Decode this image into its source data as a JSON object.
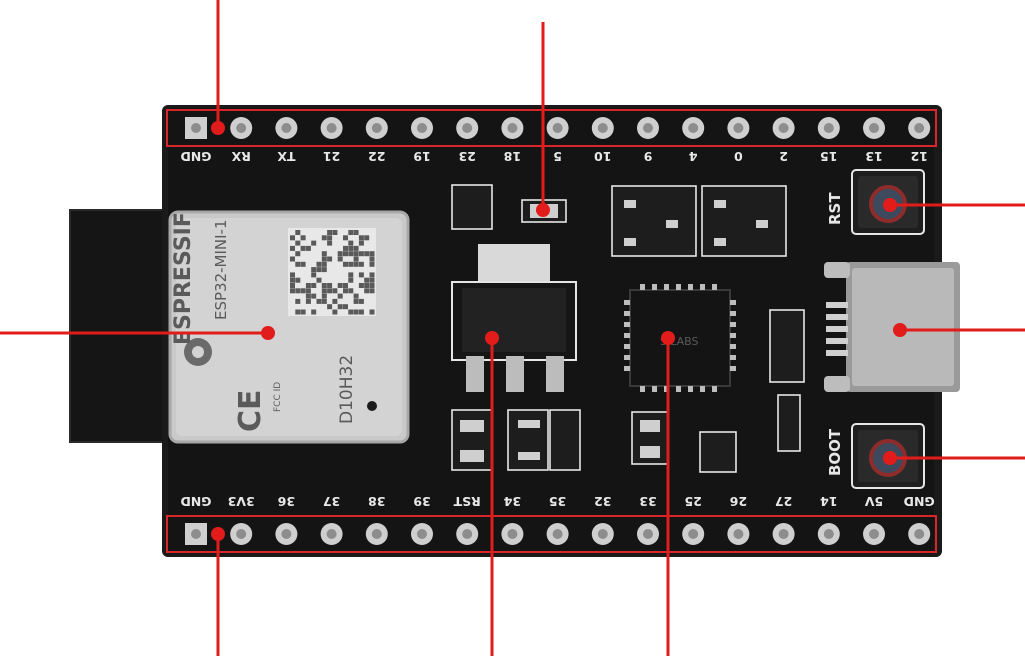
{
  "board": {
    "top_pins": [
      "GND",
      "RX",
      "TX",
      "21",
      "22",
      "19",
      "23",
      "18",
      "5",
      "10",
      "9",
      "4",
      "0",
      "2",
      "15",
      "13",
      "12"
    ],
    "bottom_pins": [
      "GND",
      "3V3",
      "36",
      "37",
      "38",
      "39",
      "RST",
      "34",
      "35",
      "32",
      "33",
      "25",
      "26",
      "27",
      "14",
      "5V",
      "GND"
    ],
    "rst_label": "RST",
    "boot_label": "BOOT",
    "module": {
      "brand": "ESPRESSIF",
      "model": "ESP32-MINI-1",
      "fcc": "FCC ID",
      "code": "D10H32"
    },
    "callout_color": "#e21b1b",
    "pcb_color": "#151515"
  }
}
